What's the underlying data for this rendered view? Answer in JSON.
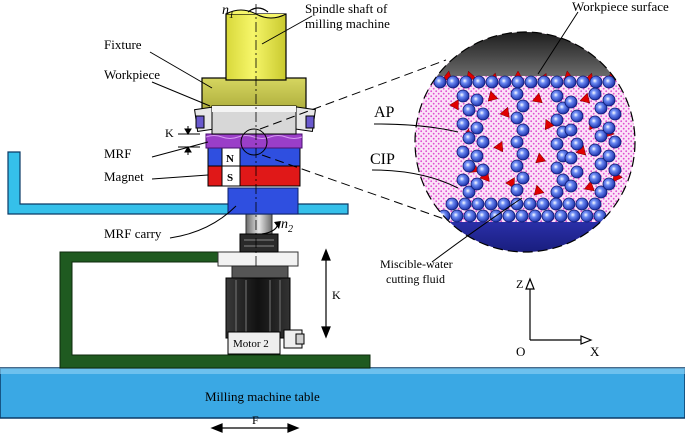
{
  "labels": {
    "n1": "n",
    "n1_sub": "1",
    "n2": "n",
    "n2_sub": "2",
    "spindle_line1": "Spindle shaft of",
    "spindle_line2": "milling machine",
    "fixture": "Fixture",
    "workpiece": "Workpiece",
    "k_gap": "K",
    "mrf": "MRF",
    "magnet": "Magnet",
    "pole_n": "N",
    "pole_s": "S",
    "mrf_carry": "MRF carry",
    "motor": "Motor 2",
    "k_travel": "K",
    "table": "Milling machine table",
    "feed": "F",
    "workpiece_surface": "Workpiece surface",
    "ap": "AP",
    "cip": "CIP",
    "fluid_line1": "Miscible-water",
    "fluid_line2": "cutting fluid",
    "axis_z": "Z",
    "axis_o": "O",
    "axis_x": "X"
  },
  "colors": {
    "spindle": "#f2f25a",
    "fixture": "#c8c850",
    "carry_tray": "#35c0ea",
    "table": "#3aa8e4",
    "magnet_blue": "#2f4fe0",
    "magnet_red": "#e01818",
    "mrf_layer": "#9a3ec8",
    "frame_green": "#1f5a20",
    "motor_dark": "#1c1c1c",
    "ap_red": "#e00000",
    "cip_blue": "#3f5fe0",
    "fluid_pink": "#e05ad2",
    "bottom_navy": "#1a1f8a"
  }
}
